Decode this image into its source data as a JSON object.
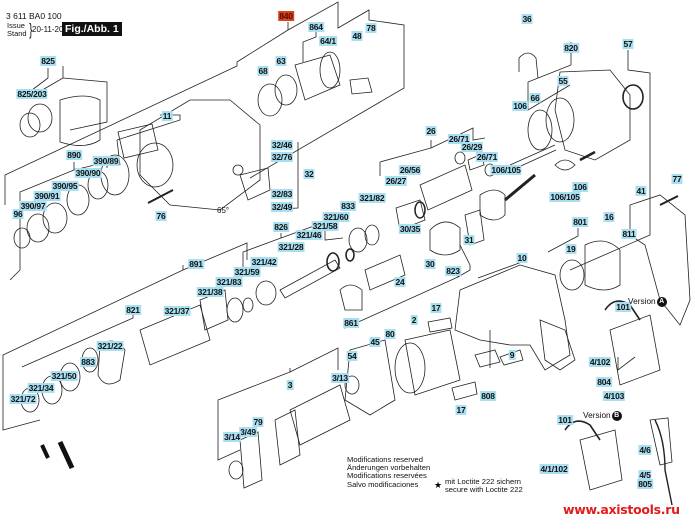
{
  "header": {
    "doc_number": "3 611 BA0 100",
    "issue_label_en": "Issue",
    "issue_label_de": "Stand",
    "issue_date": "20-11-20",
    "figure_title": "Fig./Abb. 1"
  },
  "colors": {
    "label_bg": "#a9dff0",
    "highlight_label_bg": "#d9401c",
    "website_color": "#e21b1b",
    "line_color": "#222222"
  },
  "part_labels": [
    {
      "id": "825",
      "text": "825"
    },
    {
      "id": "825-203",
      "text": "825/203"
    },
    {
      "id": "11",
      "text": "11"
    },
    {
      "id": "840",
      "text": "840",
      "highlight": true
    },
    {
      "id": "864",
      "text": "864"
    },
    {
      "id": "64-1",
      "text": "64/1"
    },
    {
      "id": "48",
      "text": "48"
    },
    {
      "id": "78",
      "text": "78"
    },
    {
      "id": "68",
      "text": "68"
    },
    {
      "id": "63",
      "text": "63"
    },
    {
      "id": "36",
      "text": "36"
    },
    {
      "id": "820",
      "text": "820"
    },
    {
      "id": "57",
      "text": "57"
    },
    {
      "id": "55",
      "text": "55"
    },
    {
      "id": "66",
      "text": "66"
    },
    {
      "id": "106",
      "text": "106"
    },
    {
      "id": "890",
      "text": "890"
    },
    {
      "id": "390-89",
      "text": "390/89"
    },
    {
      "id": "390-90",
      "text": "390/90"
    },
    {
      "id": "390-95",
      "text": "390/95"
    },
    {
      "id": "390-91",
      "text": "390/91"
    },
    {
      "id": "390-97",
      "text": "390/97"
    },
    {
      "id": "96",
      "text": "96"
    },
    {
      "id": "76",
      "text": "76"
    },
    {
      "id": "32-46",
      "text": "32/46"
    },
    {
      "id": "32-76",
      "text": "32/76"
    },
    {
      "id": "32",
      "text": "32"
    },
    {
      "id": "32-83",
      "text": "32/83"
    },
    {
      "id": "32-49",
      "text": "32/49"
    },
    {
      "id": "26",
      "text": "26"
    },
    {
      "id": "26-71a",
      "text": "26/71"
    },
    {
      "id": "26-29",
      "text": "26/29"
    },
    {
      "id": "26-71b",
      "text": "26/71"
    },
    {
      "id": "26-56",
      "text": "26/56"
    },
    {
      "id": "26-27",
      "text": "26/27"
    },
    {
      "id": "106-105a",
      "text": "106/105"
    },
    {
      "id": "106b",
      "text": "106"
    },
    {
      "id": "106-105b",
      "text": "106/105"
    },
    {
      "id": "77",
      "text": "77"
    },
    {
      "id": "41",
      "text": "41"
    },
    {
      "id": "321-82",
      "text": "321/82"
    },
    {
      "id": "833",
      "text": "833"
    },
    {
      "id": "321-60",
      "text": "321/60"
    },
    {
      "id": "321-58",
      "text": "321/58"
    },
    {
      "id": "321-46",
      "text": "321/46"
    },
    {
      "id": "826",
      "text": "826"
    },
    {
      "id": "321-28",
      "text": "321/28"
    },
    {
      "id": "321-42",
      "text": "321/42"
    },
    {
      "id": "321-59",
      "text": "321/59"
    },
    {
      "id": "891",
      "text": "891"
    },
    {
      "id": "321-83",
      "text": "321/83"
    },
    {
      "id": "321-38",
      "text": "321/38"
    },
    {
      "id": "30-35",
      "text": "30/35"
    },
    {
      "id": "31",
      "text": "31"
    },
    {
      "id": "30",
      "text": "30"
    },
    {
      "id": "801",
      "text": "801"
    },
    {
      "id": "16",
      "text": "16"
    },
    {
      "id": "811",
      "text": "811"
    },
    {
      "id": "19",
      "text": "19"
    },
    {
      "id": "10",
      "text": "10"
    },
    {
      "id": "823",
      "text": "823"
    },
    {
      "id": "24",
      "text": "24"
    },
    {
      "id": "821",
      "text": "821"
    },
    {
      "id": "321-37",
      "text": "321/37"
    },
    {
      "id": "861",
      "text": "861"
    },
    {
      "id": "17a",
      "text": "17"
    },
    {
      "id": "2",
      "text": "2"
    },
    {
      "id": "80",
      "text": "80"
    },
    {
      "id": "45",
      "text": "45"
    },
    {
      "id": "101a",
      "text": "101"
    },
    {
      "id": "4-102",
      "text": "4/102"
    },
    {
      "id": "804",
      "text": "804"
    },
    {
      "id": "4-103",
      "text": "4/103"
    },
    {
      "id": "321-22",
      "text": "321/22"
    },
    {
      "id": "883",
      "text": "883"
    },
    {
      "id": "321-50",
      "text": "321/50"
    },
    {
      "id": "321-34",
      "text": "321/34"
    },
    {
      "id": "321-72",
      "text": "321/72"
    },
    {
      "id": "54",
      "text": "54"
    },
    {
      "id": "3-13",
      "text": "3/13"
    },
    {
      "id": "3",
      "text": "3"
    },
    {
      "id": "9",
      "text": "9"
    },
    {
      "id": "808",
      "text": "808"
    },
    {
      "id": "17b",
      "text": "17"
    },
    {
      "id": "79",
      "text": "79"
    },
    {
      "id": "3-49",
      "text": "3/49"
    },
    {
      "id": "3-14",
      "text": "3/14"
    },
    {
      "id": "101b",
      "text": "101"
    },
    {
      "id": "4-1-102",
      "text": "4/1/102"
    },
    {
      "id": "4-6",
      "text": "4/6"
    },
    {
      "id": "4-5",
      "text": "4/5"
    },
    {
      "id": "805",
      "text": "805"
    }
  ],
  "versions": {
    "a": {
      "label": "Version",
      "badge": "A"
    },
    "b": {
      "label": "Version",
      "badge": "B"
    }
  },
  "angle_annotation": "65°",
  "notes": {
    "modifications": [
      "Modifications reserved",
      "Änderungen vorbehalten",
      "Modifications reservées",
      "Salvo modificaciones"
    ],
    "loctite_star": "★",
    "loctite_lines": [
      "mit Loctite 222 sichern",
      "secure with Loctite 222"
    ]
  },
  "website": "www.axistools.ru"
}
